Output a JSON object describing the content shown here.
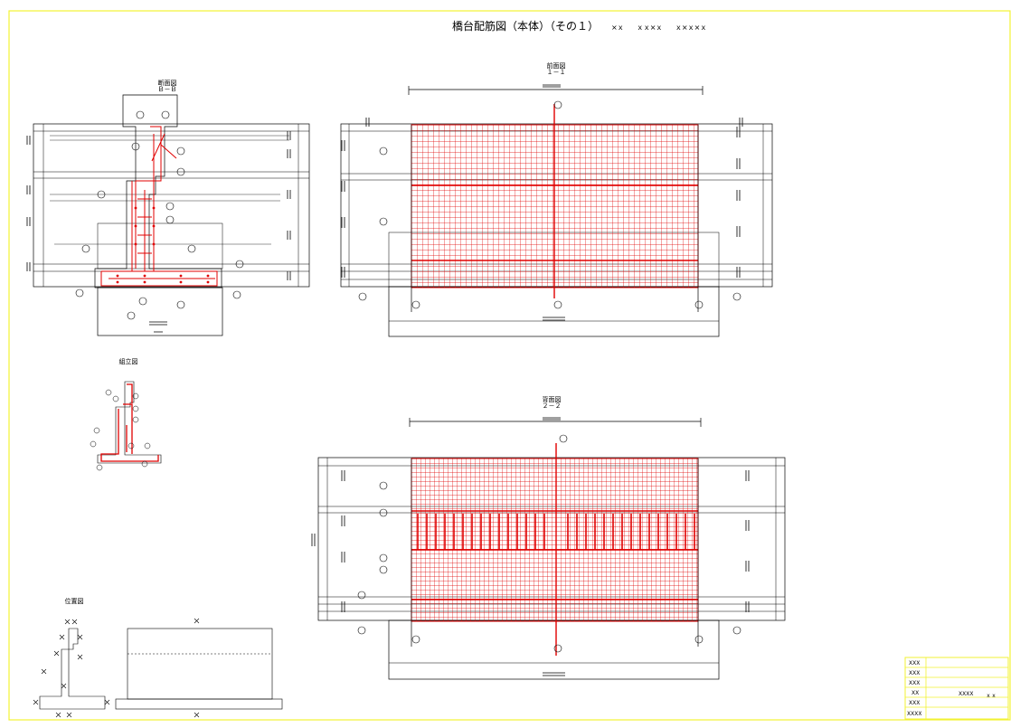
{
  "drawing": {
    "title": "橋台配筋図（本体）（その１）",
    "title_suffix": [
      "×ｘ",
      "ｘｘ×ｘ",
      "ｘ×ｘ×ｘ"
    ],
    "colors": {
      "frame": "#f2f233",
      "rebar": "#e00000",
      "line": "#000000"
    }
  },
  "views": {
    "section_b": {
      "title": "断面図",
      "subtitle": "Ｂ－Ｂ"
    },
    "front": {
      "title": "前面図",
      "subtitle": "１－１"
    },
    "back": {
      "title": "背面図",
      "subtitle": "２－２"
    },
    "assembly": {
      "title": "組立図"
    },
    "location": {
      "title": "位置図"
    }
  },
  "title_block": {
    "rows": [
      "XXX",
      "XXX",
      "XXX",
      "XX",
      "XXX",
      "XXXX"
    ],
    "value": "XXXX",
    "unit": "ｘｘ"
  }
}
